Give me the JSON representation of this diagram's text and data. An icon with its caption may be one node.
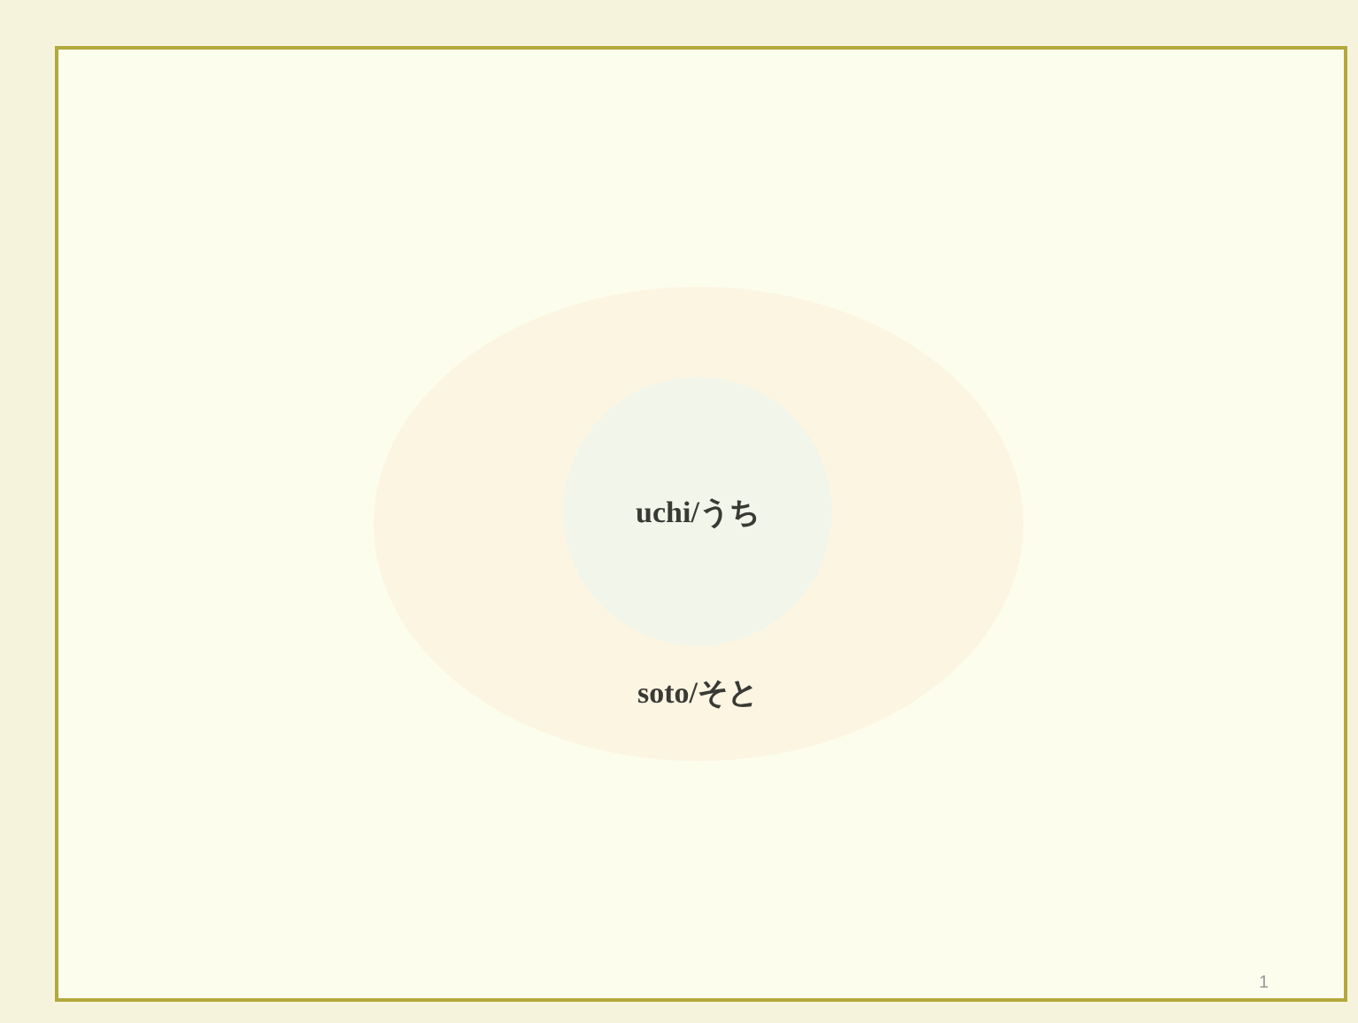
{
  "diagram": {
    "nodes": [
      {
        "text": [
          "soto/そと"
        ]
      },
      {
        "text": [
          "uchi/うち"
        ],
        "in": 0
      }
    ],
    "labels": [
      "1"
    ]
  }
}
